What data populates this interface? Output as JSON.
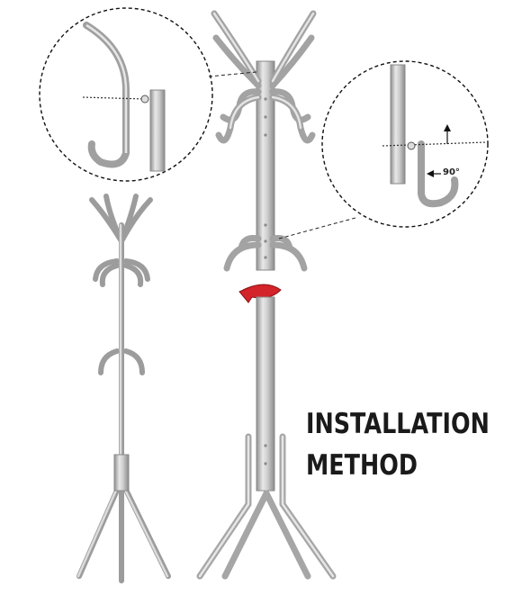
{
  "caption": {
    "line1": "INSTALLATION",
    "line2": "METHOD"
  },
  "detail_right": {
    "angle_label": "90°"
  },
  "colors": {
    "metal": "#c9c9c9",
    "metal_dark": "#9a9a9a",
    "metal_light": "#ececec",
    "arrow": "#d2242a",
    "text": "#1a1a1a"
  }
}
